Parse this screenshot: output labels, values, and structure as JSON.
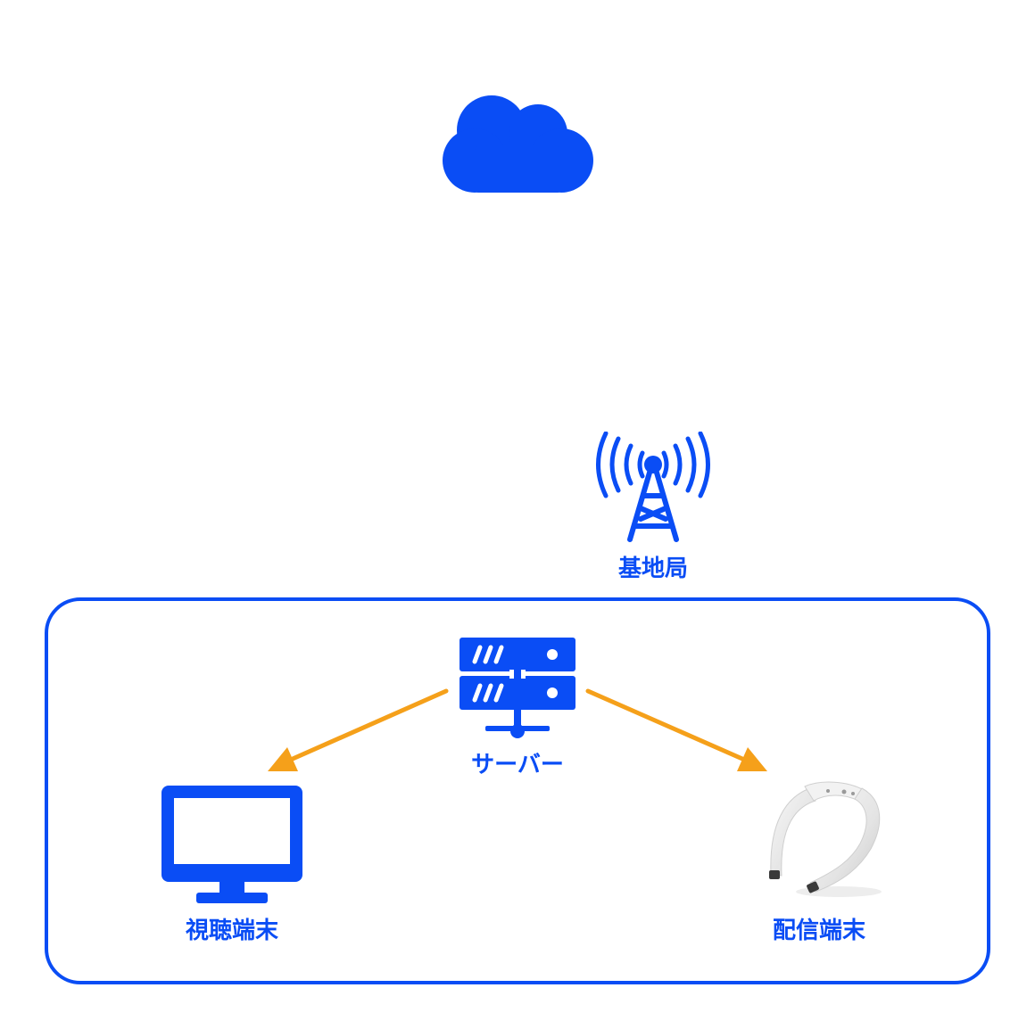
{
  "colors": {
    "primary_blue": "#0a4df5",
    "arrow_orange": "#f5a01a",
    "background": "#ffffff"
  },
  "nodes": {
    "cloud": {
      "icon": "cloud-icon"
    },
    "base_station": {
      "icon": "cell-tower-icon",
      "label": "基地局"
    },
    "server": {
      "icon": "server-icon",
      "label": "サーバー"
    },
    "viewer_terminal": {
      "icon": "monitor-icon",
      "label": "視聴端末"
    },
    "broadcast_terminal": {
      "icon": "neckband-camera-device",
      "label": "配信端末"
    }
  },
  "edges": [
    {
      "from": "サーバー",
      "to": "視聴端末"
    },
    {
      "from": "サーバー",
      "to": "配信端末"
    }
  ]
}
